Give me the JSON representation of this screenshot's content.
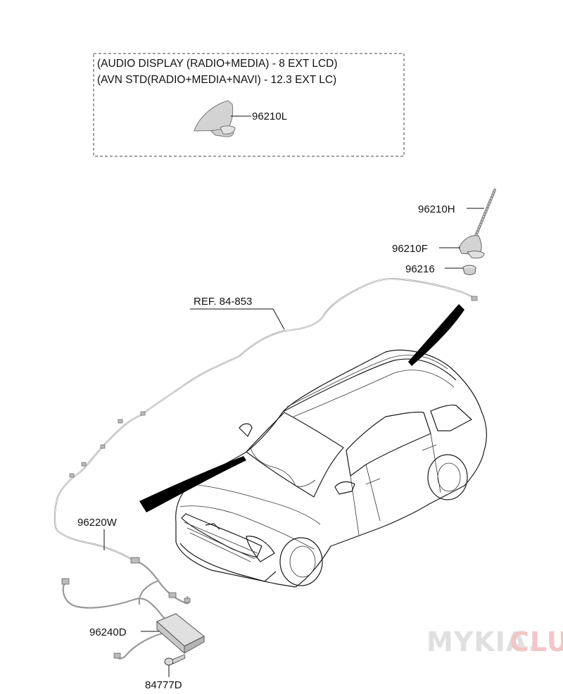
{
  "variant_box": {
    "line1": "(AUDIO DISPLAY (RADIO+MEDIA) - 8 EXT LCD)",
    "line2": "(AVN STD(RADIO+MEDIA+NAVI) - 12.3 EXT LC)",
    "part_label": "96210L"
  },
  "parts": {
    "antenna_rod": "96210H",
    "antenna_base": "96210F",
    "grommet": "96216",
    "reference": "REF. 84-853",
    "feeder_cable": "96220W",
    "amplifier": "96240D",
    "screw": "84777D"
  },
  "watermark": {
    "text_gray": "MYKIA.",
    "text_red": "CLUB"
  },
  "colors": {
    "line": "#111111",
    "harness": "#9a9a9a",
    "part_fill": "#d9d9d9",
    "watermark_gray": "#e0e0e0",
    "watermark_red": "#f3c6c6"
  }
}
